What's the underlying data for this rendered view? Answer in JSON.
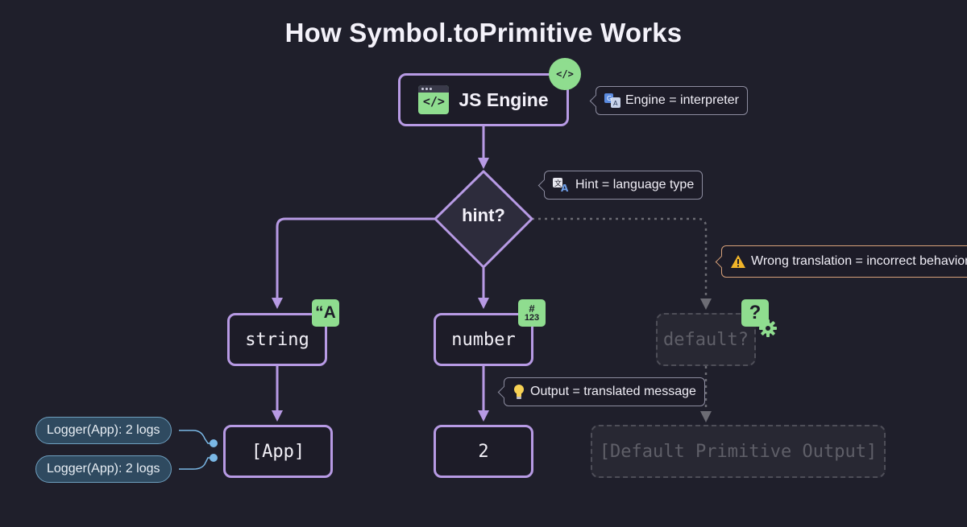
{
  "title": "How Symbol.toPrimitive Works",
  "nodes": {
    "engine": {
      "label": "JS Engine",
      "icon": "code-window-icon",
      "badge_icon": "gear-code-icon",
      "badge_text": "</>"
    },
    "decision": {
      "label": "hint?"
    },
    "string": {
      "label": "string",
      "badge_icon": "quote-letter-icon",
      "badge_text": "“A"
    },
    "number": {
      "label": "number",
      "badge_icon": "number-hash-icon",
      "badge_hash": "#",
      "badge_digits": "123"
    },
    "default": {
      "label": "default?",
      "badge_icon": "question-gear-icon",
      "badge_text": "?"
    },
    "app_output": {
      "label": "[App]"
    },
    "number_output": {
      "label": "2"
    },
    "default_output": {
      "label": "[Default Primitive Output]"
    }
  },
  "callouts": {
    "engine": {
      "icon": "translate-icon",
      "text": "Engine = interpreter"
    },
    "hint": {
      "icon": "language-icon",
      "text": "Hint = language type"
    },
    "wrong": {
      "icon": "warning-icon",
      "text": "Wrong translation = incorrect behavior"
    },
    "output": {
      "icon": "lightbulb-icon",
      "text": "Output = translated message"
    }
  },
  "logs": [
    {
      "text": "Logger(App): 2 logs"
    },
    {
      "text": "Logger(App): 2 logs"
    }
  ],
  "colors": {
    "background": "#1f1f2b",
    "node_border": "#b79ae4",
    "badge_green": "#8fdd8f",
    "ghost": "#5f5f68",
    "warning_border": "#d9a27a",
    "log_pill": "#2f4a60",
    "log_connector": "#7ab8e6"
  }
}
